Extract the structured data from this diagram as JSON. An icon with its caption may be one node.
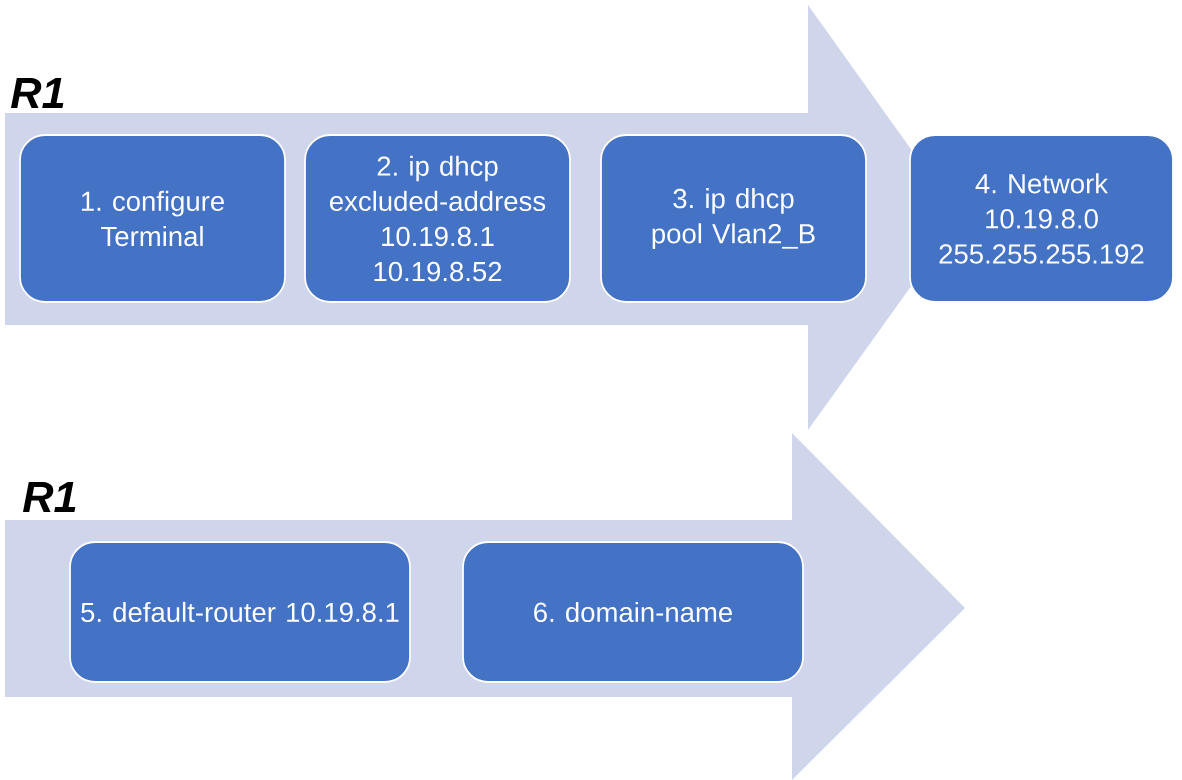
{
  "diagram": {
    "nodes": [
      {
        "text": [
          "R1"
        ]
      },
      {
        "text": [
          "1. configure Terminal"
        ],
        "in": 0
      },
      {
        "text": [
          "2. ip dhcp excluded-address 10.19.8.1 10.19.8.52"
        ],
        "in": 0
      },
      {
        "text": [
          "3. ip dhcp pool Vlan2_B"
        ],
        "in": 0
      },
      {
        "text": [
          "4. Network 10.19.8.0 255.255.255.192"
        ]
      },
      {
        "text": [
          "R1"
        ]
      },
      {
        "text": [
          "5. default-router 10.19.8.1"
        ],
        "in": 5
      },
      {
        "text": [
          "6. domain-name"
        ],
        "in": 5
      }
    ]
  }
}
